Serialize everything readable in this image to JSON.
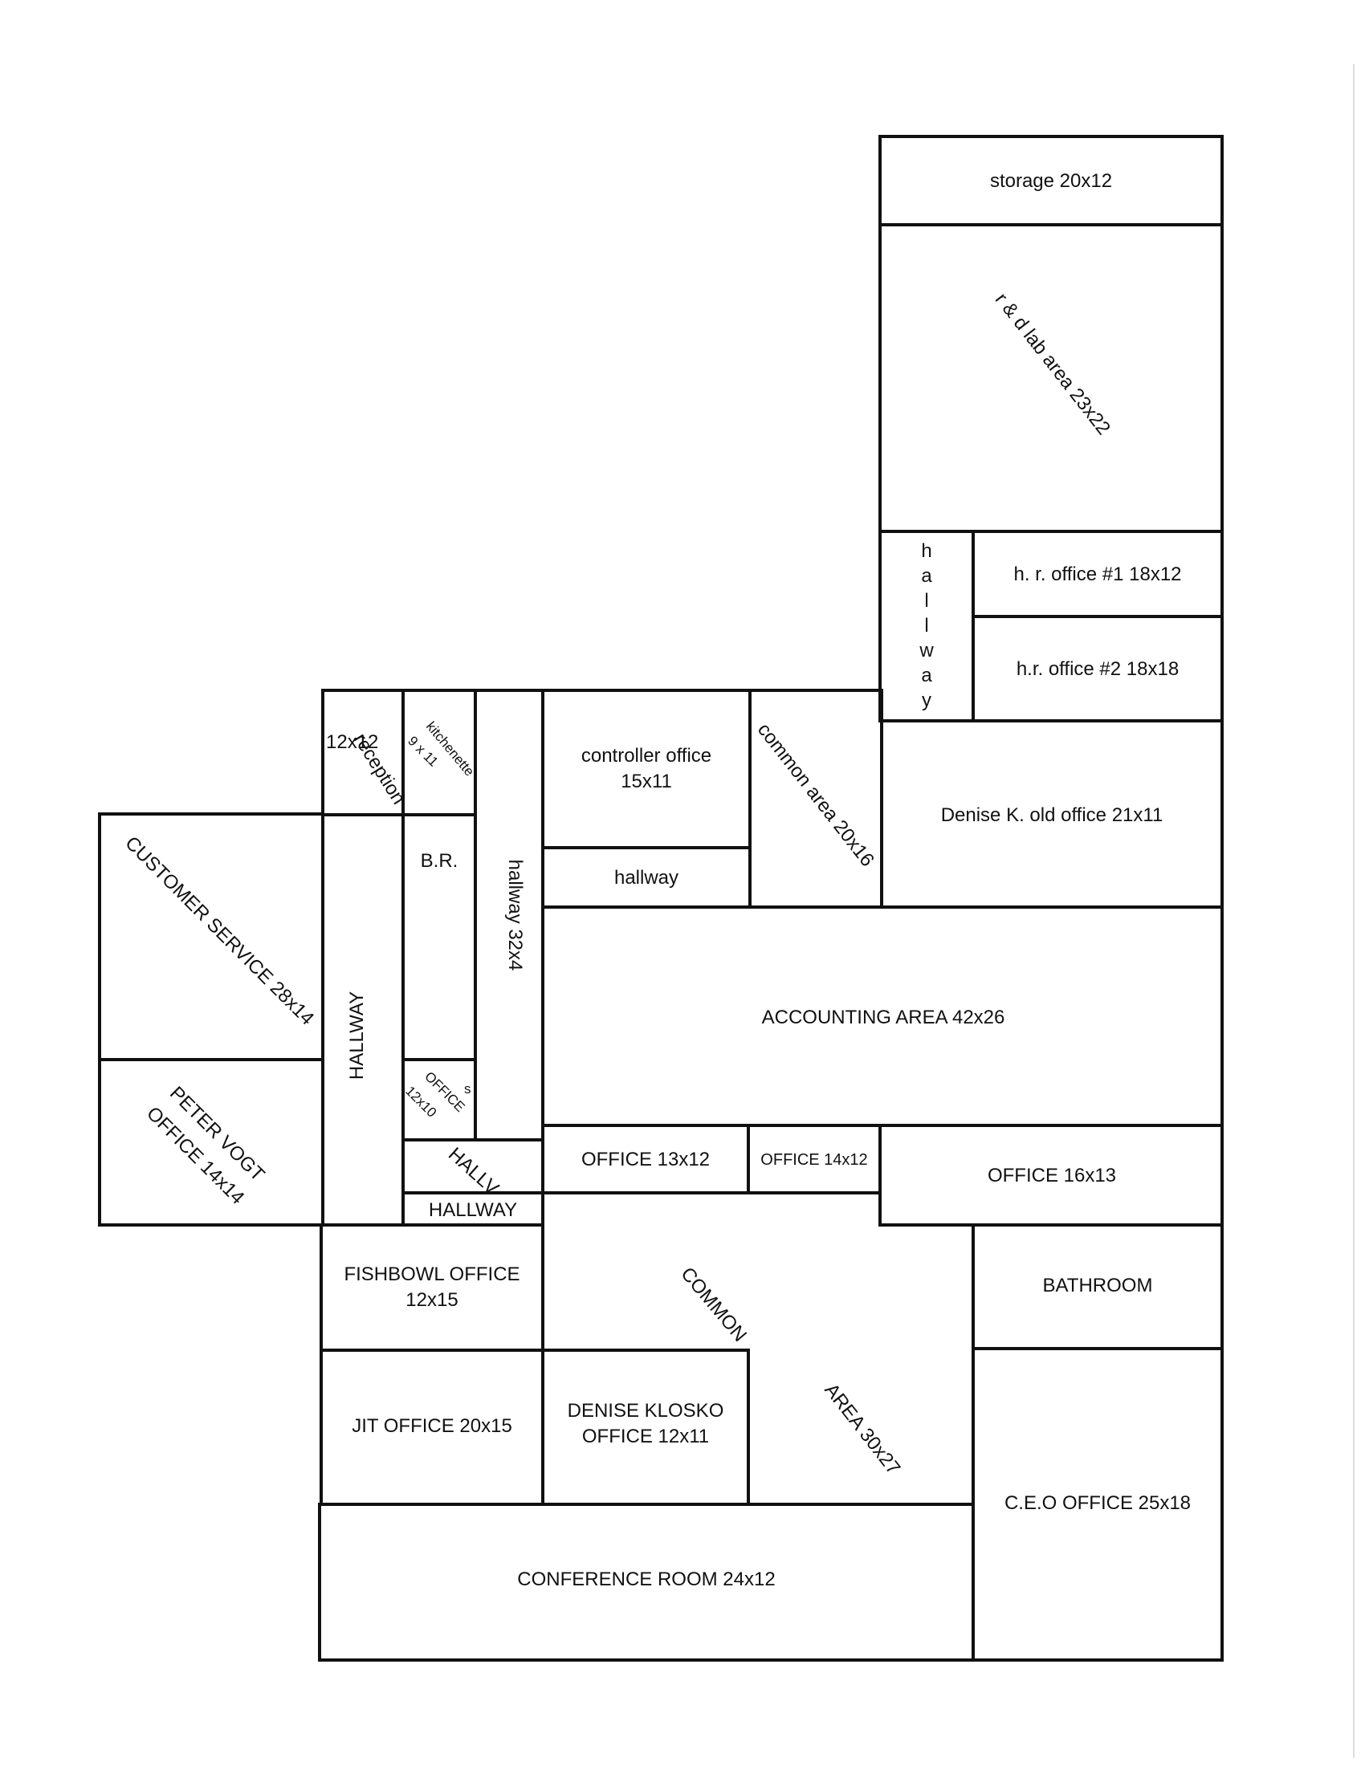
{
  "floor_plan": {
    "rooms": {
      "storage": "storage 20x12",
      "rd_lab": "r & d lab area 23x22",
      "hallway_east_letters": [
        "h",
        "a",
        "l",
        "l",
        "w",
        "a",
        "y"
      ],
      "hr_office_1": "h. r. office #1 18x12",
      "hr_office_2": "h.r. office #2 18x18",
      "reception_name": "reception",
      "reception_size": "12x12",
      "kitchenette_name": "kitchenette",
      "kitchenette_size": "9 x 11",
      "controller_office_line1": "controller office",
      "controller_office_line2": "15x11",
      "common_area_small": "common area 20x16",
      "denise_old_office": "Denise K. old office 21x11",
      "customer_service": "CUSTOMER SERVICE 28x14",
      "br": "B.R.",
      "hallway_32x4": "hallway 32x4",
      "hallway_small": "hallway",
      "hallway_main": "HALLWAY",
      "accounting_area": "ACCOUNTING AREA 42x26",
      "peter_vogt_line1": "PETER VOGT",
      "peter_vogt_line2": "OFFICE 14x14",
      "office_12x10_size": "12x10",
      "office_12x10_name": "OFFICE",
      "office_12x10_s": "s",
      "hallway_diag_fragment": "HALLV",
      "hallway_lower": "HALLWAY",
      "office_13x12": "OFFICE 13x12",
      "office_14x12": "OFFICE 14x12",
      "office_16x13": "OFFICE 16x13",
      "fishbowl_line1": "FISHBOWL OFFICE",
      "fishbowl_line2": "12x15",
      "common_word": "COMMON",
      "area_word": "AREA 30x27",
      "bathroom": "BATHROOM",
      "jit_office": "JIT OFFICE 20x15",
      "denise_klosko_line1": "DENISE KLOSKO",
      "denise_klosko_line2": "OFFICE 12x11",
      "ceo_office": "C.E.O OFFICE 25x18",
      "conference_room": "CONFERENCE ROOM 24x12"
    }
  }
}
